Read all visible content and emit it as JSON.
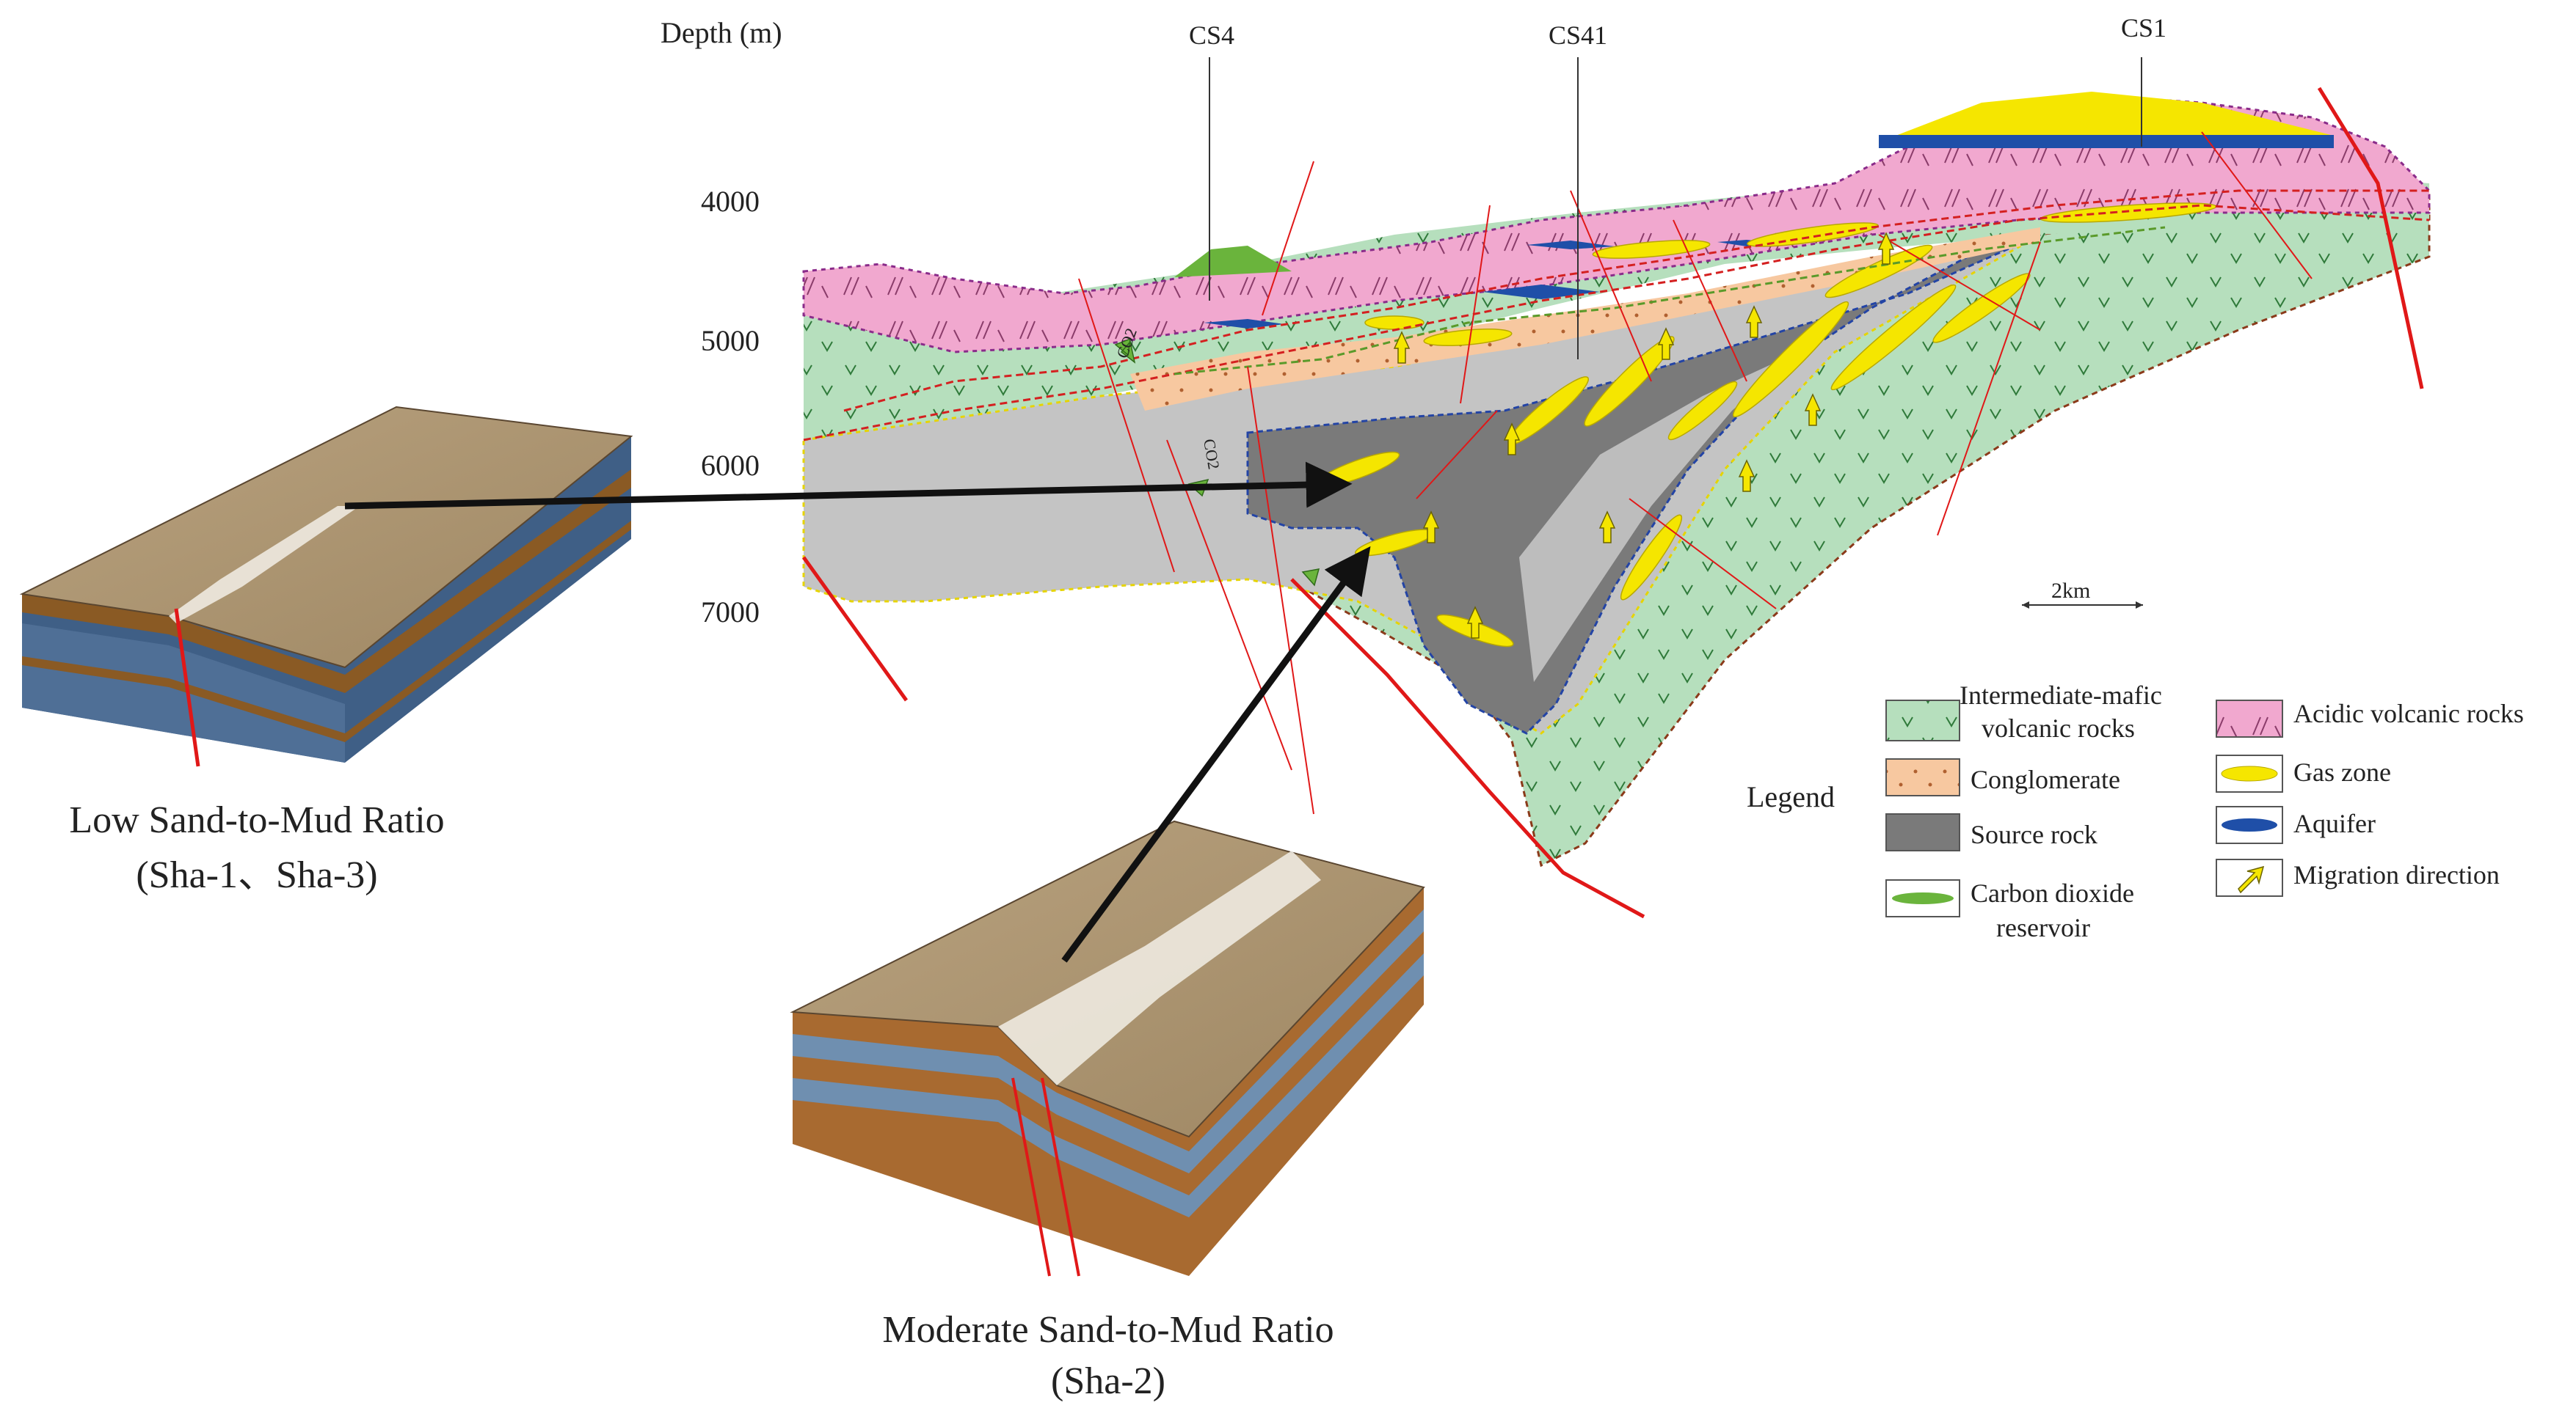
{
  "axis": {
    "title": "Depth (m)",
    "ticks": [
      "4000",
      "5000",
      "6000",
      "7000"
    ]
  },
  "wells": [
    "CS4",
    "CS41",
    "CS1"
  ],
  "scale_bar": "2km",
  "legend": {
    "title": "Legend",
    "items": [
      {
        "label_lines": [
          "Intermediate-mafic",
          "volcanic rocks"
        ],
        "icon": "intermediate-mafic-volcanic-swatch",
        "color": "#b6dfbd"
      },
      {
        "label_lines": [
          "Conglomerate"
        ],
        "icon": "conglomerate-swatch",
        "color": "#f7c8a0"
      },
      {
        "label_lines": [
          "Source rock"
        ],
        "icon": "source-rock-swatch",
        "color": "#7a7a7a"
      },
      {
        "label_lines": [
          "Carbon dioxide",
          "reservoir"
        ],
        "icon": "co2-reservoir-swatch",
        "color": "#6ab43c"
      },
      {
        "label_lines": [
          "Acidic volcanic rocks"
        ],
        "icon": "acidic-volcanic-swatch",
        "color": "#f1a8cf"
      },
      {
        "label_lines": [
          "Gas zone"
        ],
        "icon": "gas-zone-swatch",
        "color": "#f5e600"
      },
      {
        "label_lines": [
          "Aquifer"
        ],
        "icon": "aquifer-swatch",
        "color": "#1f4fa8"
      },
      {
        "label_lines": [
          "Migration direction"
        ],
        "icon": "migration-arrow-swatch",
        "color": "#f5e600"
      }
    ]
  },
  "block_models": {
    "low": {
      "title": "Low Sand-to-Mud Ratio",
      "subtitle": "(Sha-1、Sha-3)"
    },
    "moderate": {
      "title": "Moderate Sand-to-Mud Ratio",
      "subtitle": "(Sha-2)"
    }
  },
  "section_labels": [
    "CO2",
    "CO2"
  ]
}
